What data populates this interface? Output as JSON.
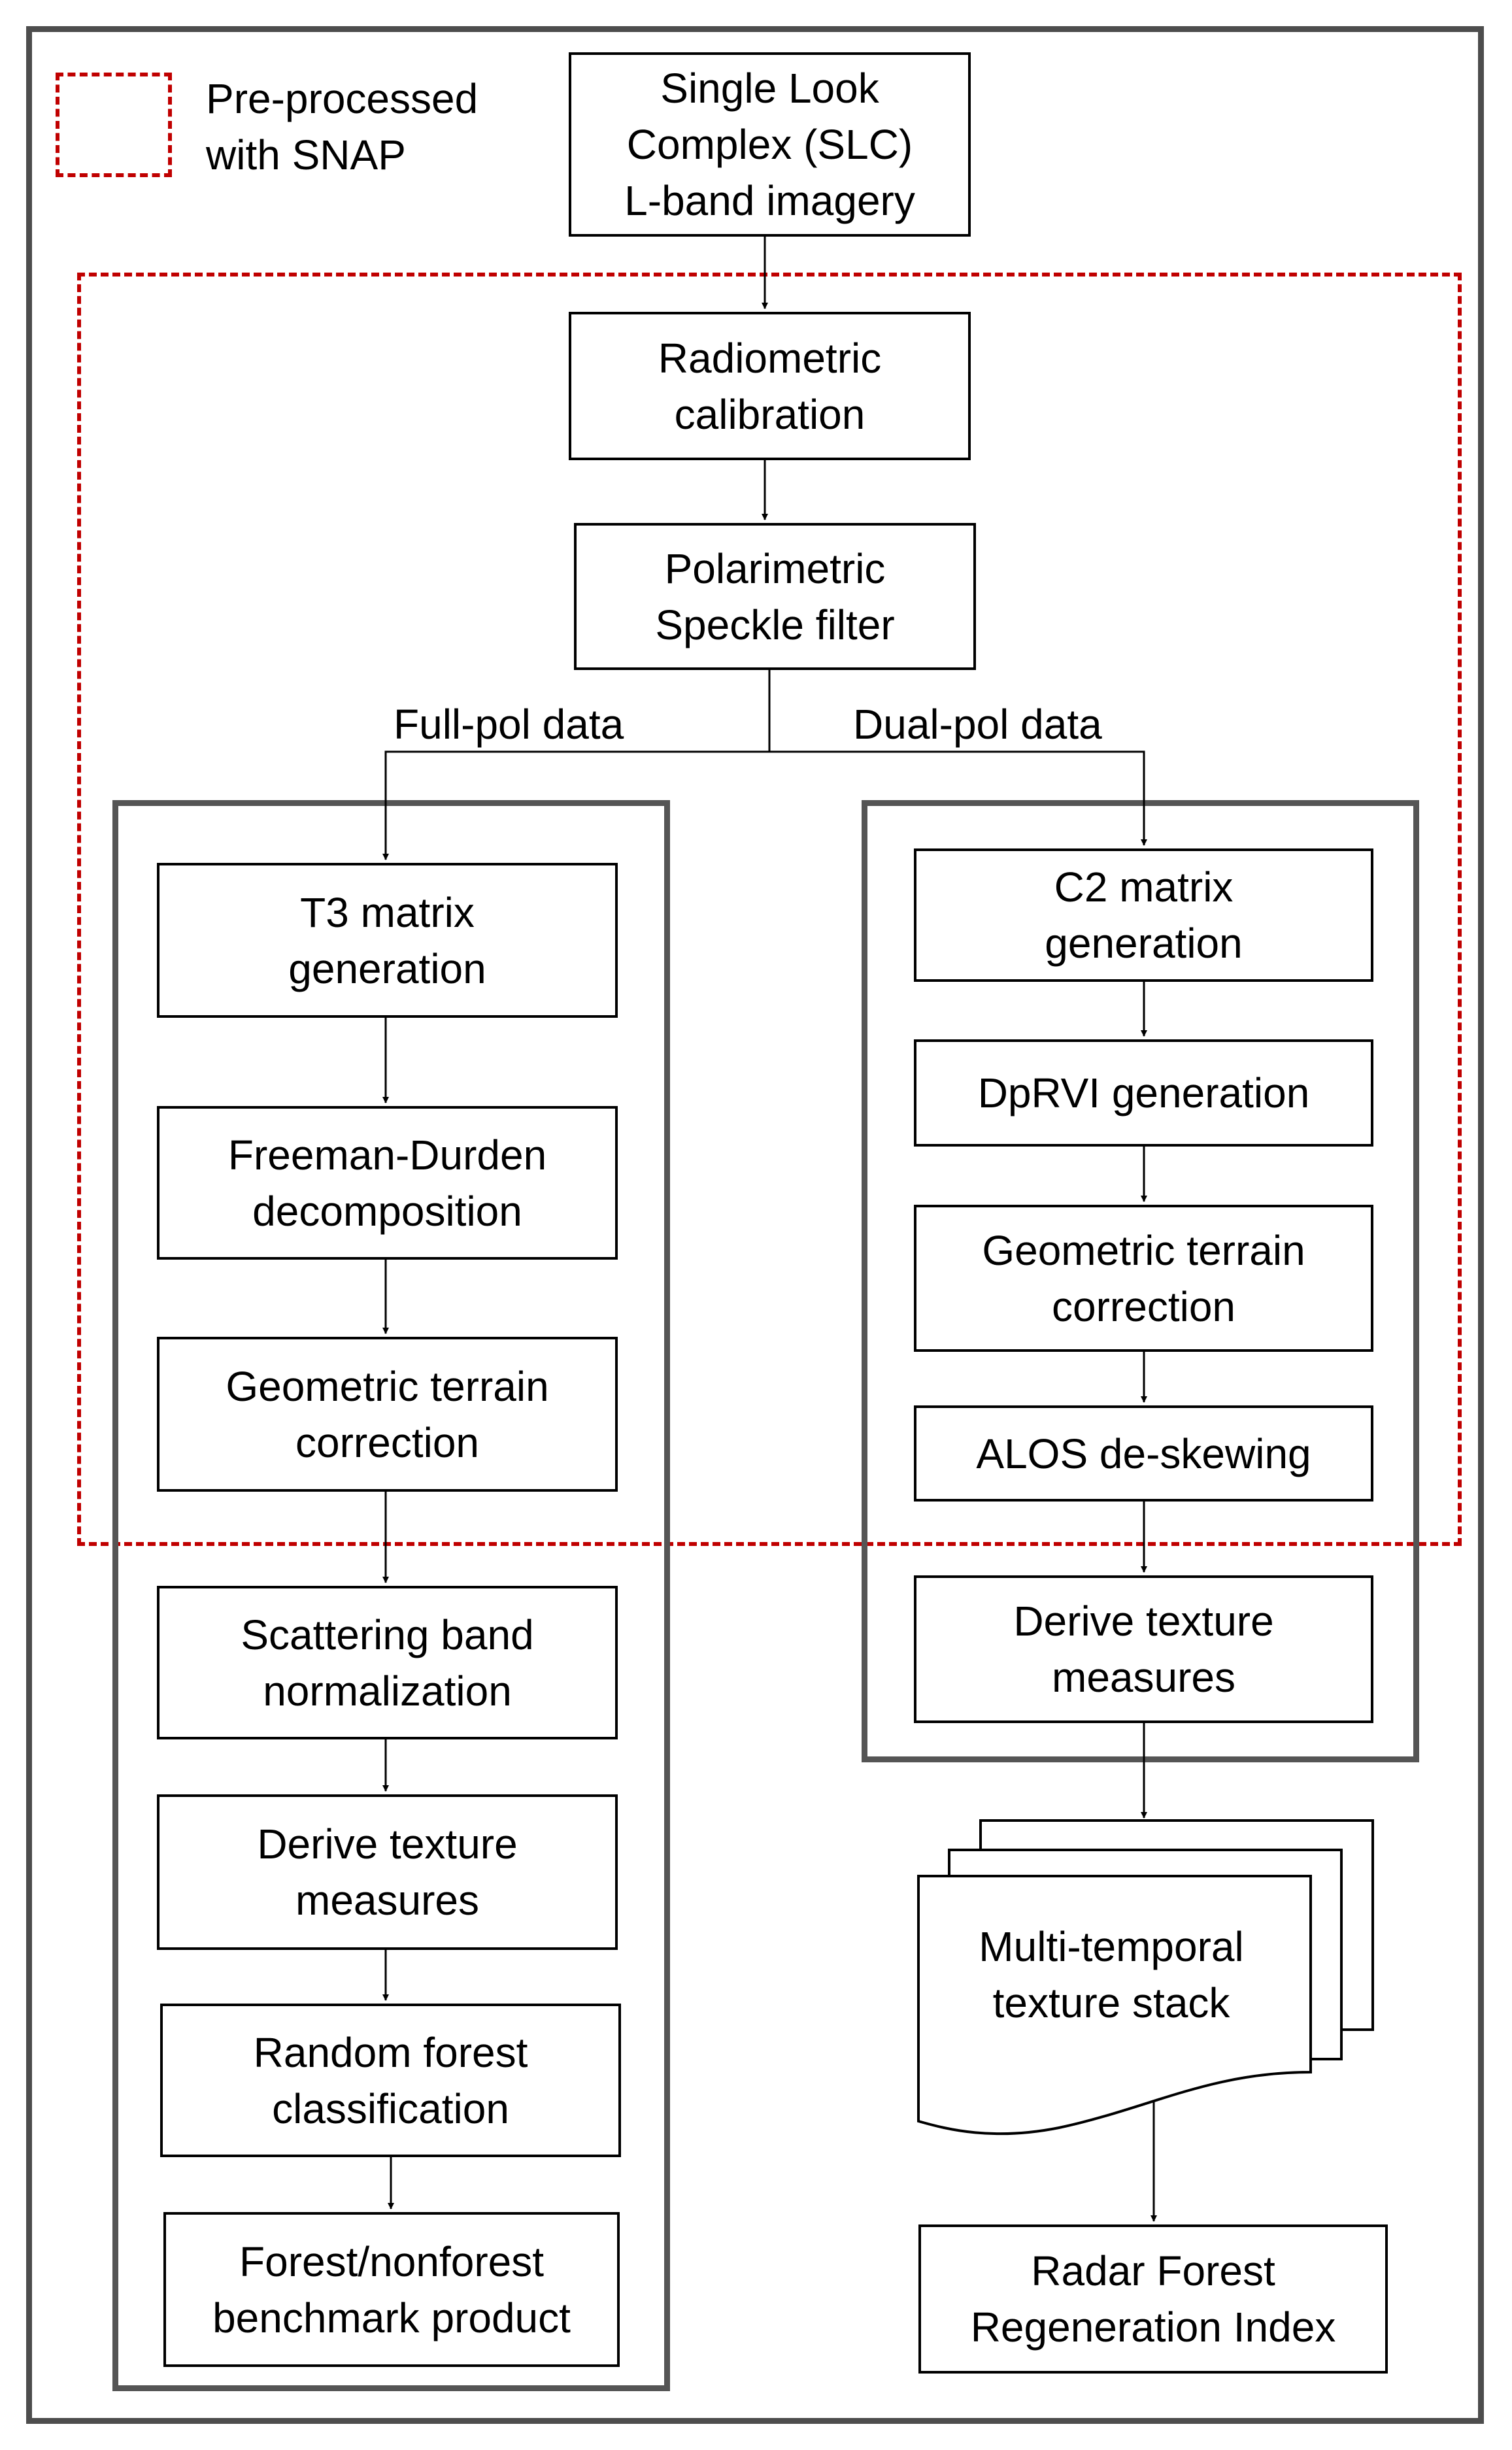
{
  "legend": {
    "label": "Pre-processed\nwith SNAP"
  },
  "nodes": {
    "slc": "Single Look\nComplex (SLC)\nL-band imagery",
    "radiometric": "Radiometric\ncalibration",
    "speckle": "Polarimetric\nSpeckle filter",
    "t3": "T3 matrix\ngeneration",
    "freeman": "Freeman-Durden\ndecomposition",
    "geo_left": "Geometric terrain\ncorrection",
    "scatter_norm": "Scattering band\nnormalization",
    "texture_left": "Derive texture\nmeasures",
    "rf": "Random forest\nclassification",
    "benchmark": "Forest/nonforest\nbenchmark product",
    "c2": "C2 matrix\ngeneration",
    "dprvi": "DpRVI generation",
    "geo_right": "Geometric terrain\ncorrection",
    "alos": "ALOS de-skewing",
    "texture_right": "Derive texture\nmeasures",
    "stack": "Multi-temporal\ntexture stack",
    "rfri": "Radar Forest\nRegeneration Index"
  },
  "branches": {
    "full": "Full-pol data",
    "dual": "Dual-pol data"
  },
  "colors": {
    "dashed": "#c00000",
    "frame": "#4d4d4d",
    "group": "#555555"
  }
}
